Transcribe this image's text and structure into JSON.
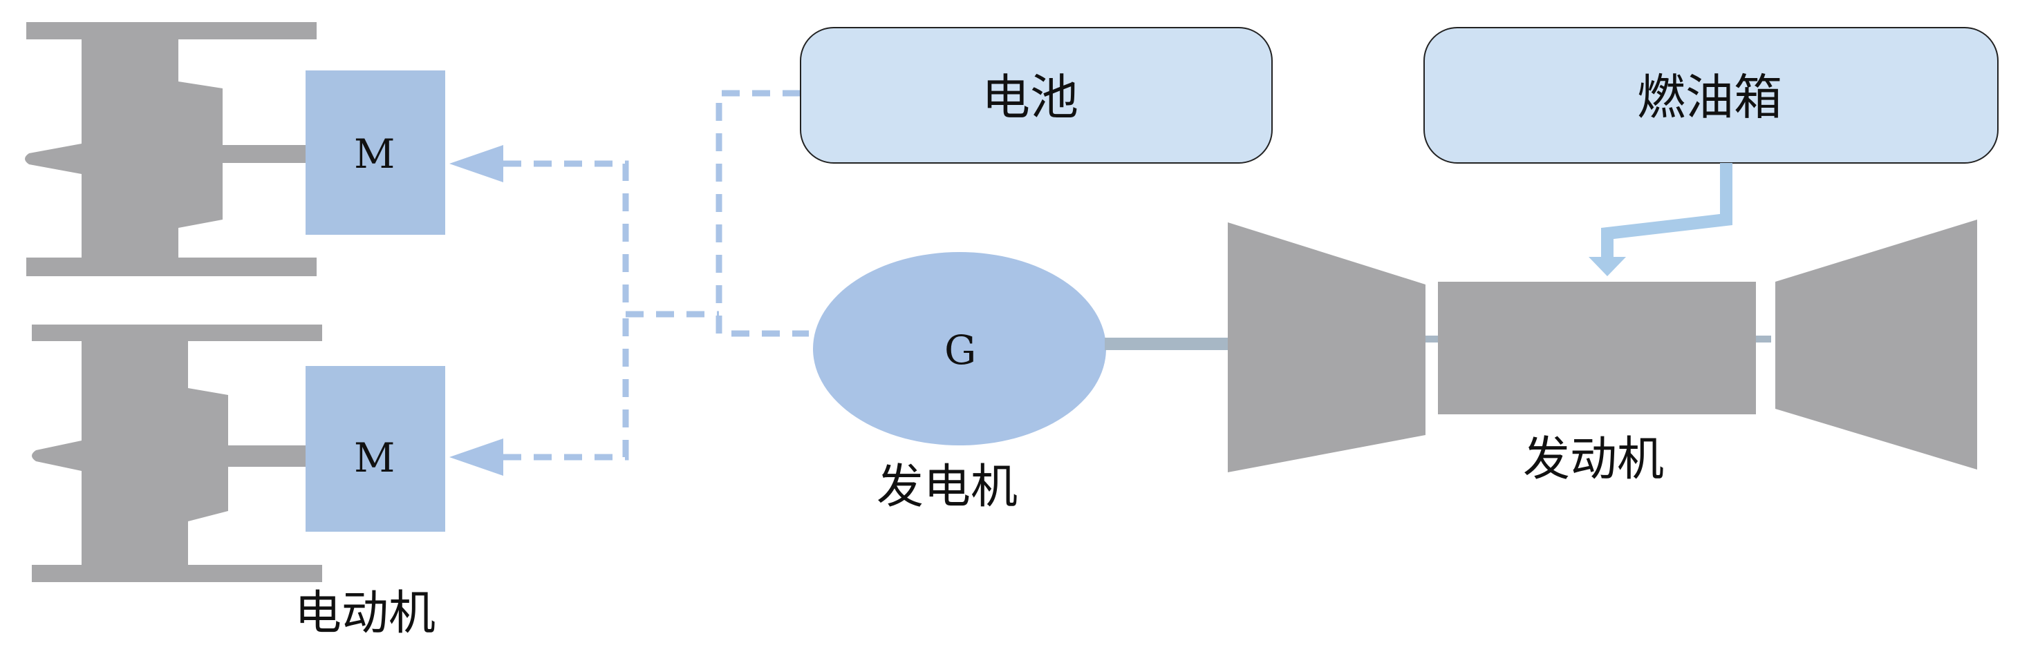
{
  "labels": {
    "battery": "电池",
    "fuel_tank": "燃油箱",
    "generator_letter": "G",
    "generator_caption": "发电机",
    "engine_caption": "发动机",
    "motor_letter_top": "M",
    "motor_letter_bottom": "M",
    "motors_caption": "电动机"
  },
  "colors": {
    "fan_gray": "#a6a6a8",
    "motor_blue": "#a8c2e3",
    "box_fill": "#cfe1f3",
    "generator_blue": "#a9c3e6",
    "dashed_blue": "#a9c3e6",
    "fuel_line_blue": "#a9cbe9",
    "shaft_gray": "#a7b7c5",
    "text": "#111111"
  }
}
